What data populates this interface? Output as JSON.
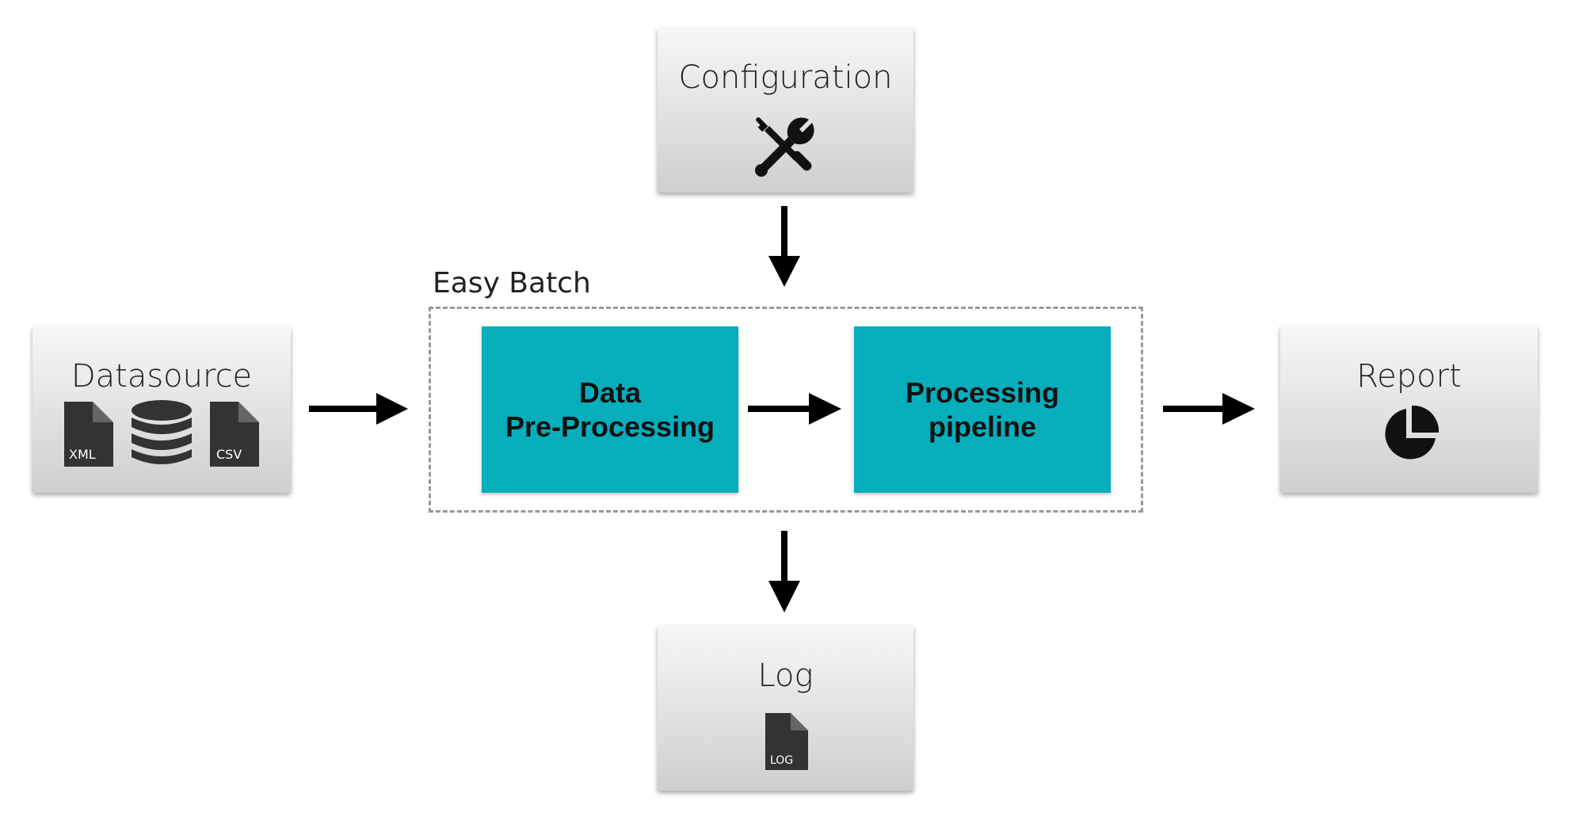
{
  "nodes": {
    "configuration": {
      "title": "Configuration",
      "icon": "tools-icon"
    },
    "datasource": {
      "title": "Datasource",
      "icons": [
        {
          "name": "xml-file-icon",
          "label": "XML"
        },
        {
          "name": "database-icon"
        },
        {
          "name": "csv-file-icon",
          "label": "CSV"
        }
      ]
    },
    "report": {
      "title": "Report",
      "icon": "pie-chart-icon"
    },
    "log": {
      "title": "Log",
      "icon": {
        "name": "log-file-icon",
        "label": "LOG"
      }
    },
    "preprocessing": {
      "line1": "Data",
      "line2": "Pre-Processing"
    },
    "pipeline": {
      "line1": "Processing",
      "line2": "pipeline"
    }
  },
  "group": {
    "label": "Easy Batch"
  },
  "edges": [
    {
      "from": "Configuration",
      "to": "Easy Batch"
    },
    {
      "from": "Datasource",
      "to": "Data Pre-Processing"
    },
    {
      "from": "Data Pre-Processing",
      "to": "Processing pipeline"
    },
    {
      "from": "Processing pipeline",
      "to": "Report"
    },
    {
      "from": "Easy Batch",
      "to": "Log"
    }
  ],
  "colors": {
    "teal": "#06adbb",
    "arrow": "#000000",
    "icon": "#1a1a1a",
    "file": "#333333"
  }
}
